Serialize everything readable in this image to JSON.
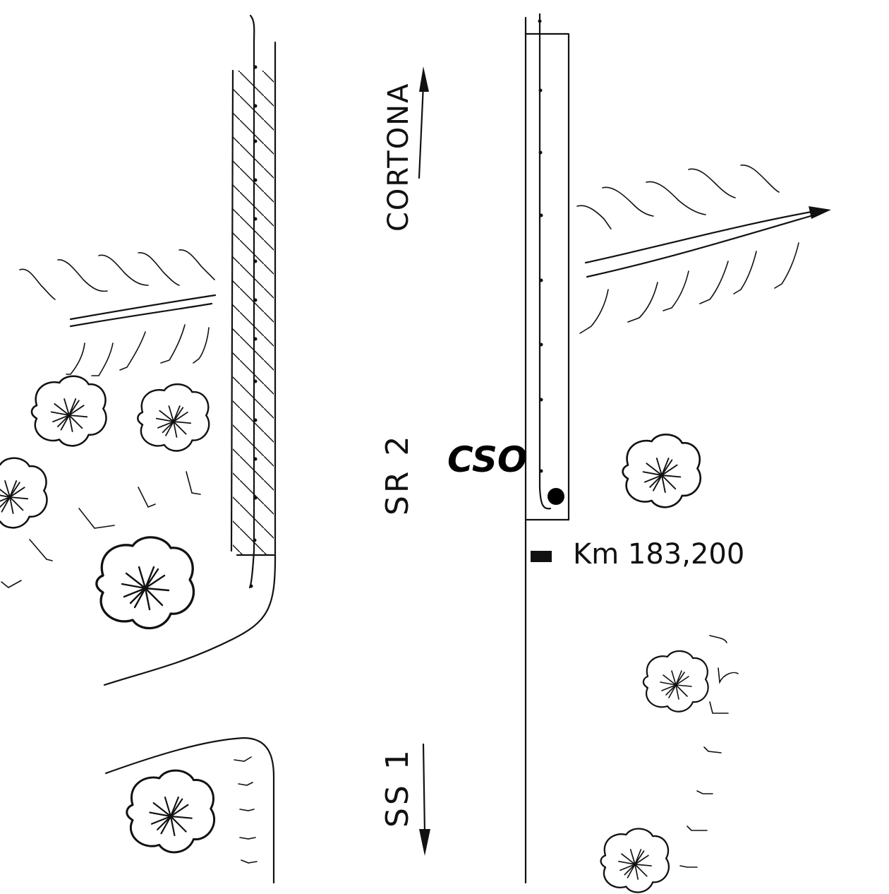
{
  "labels": {
    "direction_north": "CORTONA",
    "road_upper": "SR 2",
    "road_lower": "SS 1",
    "marker": "CSO",
    "kilometer": "Km 183,200"
  },
  "icons": {
    "north_arrow": "arrow-up-icon",
    "south_arrow": "arrow-down-icon",
    "location_dot": "filled-circle-icon",
    "km_marker": "filled-rectangle-icon",
    "tree": "tree-icon",
    "grass": "grass-tuft-icon"
  },
  "colors": {
    "ink": "#111111",
    "paper": "#ffffff"
  }
}
